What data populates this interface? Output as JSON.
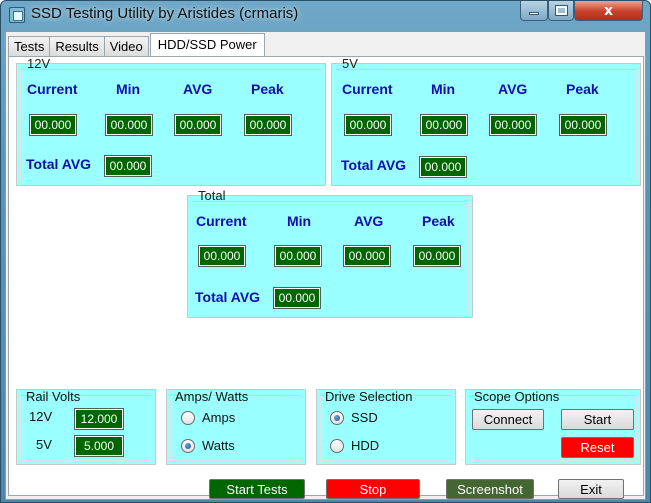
{
  "window": {
    "title": "SSD Testing Utility by Aristides (crmaris)",
    "close_glyph": "x"
  },
  "tabs": [
    {
      "label": "Tests"
    },
    {
      "label": "Results"
    },
    {
      "label": "Video"
    },
    {
      "label": "HDD/SSD Power",
      "active": true
    }
  ],
  "colors": {
    "panel_bg": "#99ffff",
    "value_box_bg": "#006600",
    "header_text": "#0d0dab",
    "stop_red": "#ff0000"
  },
  "panel_12v": {
    "title": "12V",
    "headers": [
      "Current",
      "Min",
      "AVG",
      "Peak"
    ],
    "values": [
      "00.000",
      "00.000",
      "00.000",
      "00.000"
    ],
    "total_label": "Total AVG",
    "total_value": "00.000"
  },
  "panel_5v": {
    "title": "5V",
    "headers": [
      "Current",
      "Min",
      "AVG",
      "Peak"
    ],
    "values": [
      "00.000",
      "00.000",
      "00.000",
      "00.000"
    ],
    "total_label": "Total AVG",
    "total_value": "00.000"
  },
  "panel_total": {
    "title": "Total",
    "headers": [
      "Current",
      "Min",
      "AVG",
      "Peak"
    ],
    "values": [
      "00.000",
      "00.000",
      "00.000",
      "00.000"
    ],
    "total_label": "Total AVG",
    "total_value": "00.000"
  },
  "rail_volts": {
    "title": "Rail Volts",
    "rows": [
      {
        "label": "12V",
        "value": "12.000"
      },
      {
        "label": "5V",
        "value": "5.000"
      }
    ]
  },
  "amps_watts": {
    "title": "Amps/ Watts",
    "options": [
      {
        "label": "Amps",
        "checked": false
      },
      {
        "label": "Watts",
        "checked": true
      }
    ]
  },
  "drive_selection": {
    "title": "Drive Selection",
    "options": [
      {
        "label": "SSD",
        "checked": true
      },
      {
        "label": "HDD",
        "checked": false
      }
    ]
  },
  "scope_options": {
    "title": "Scope Options",
    "connect_label": "Connect",
    "start_label": "Start",
    "reset_label": "Reset"
  },
  "footer": {
    "start_tests_label": "Start Tests",
    "stop_label": "Stop",
    "screenshot_label": "Screenshot",
    "exit_label": "Exit"
  }
}
